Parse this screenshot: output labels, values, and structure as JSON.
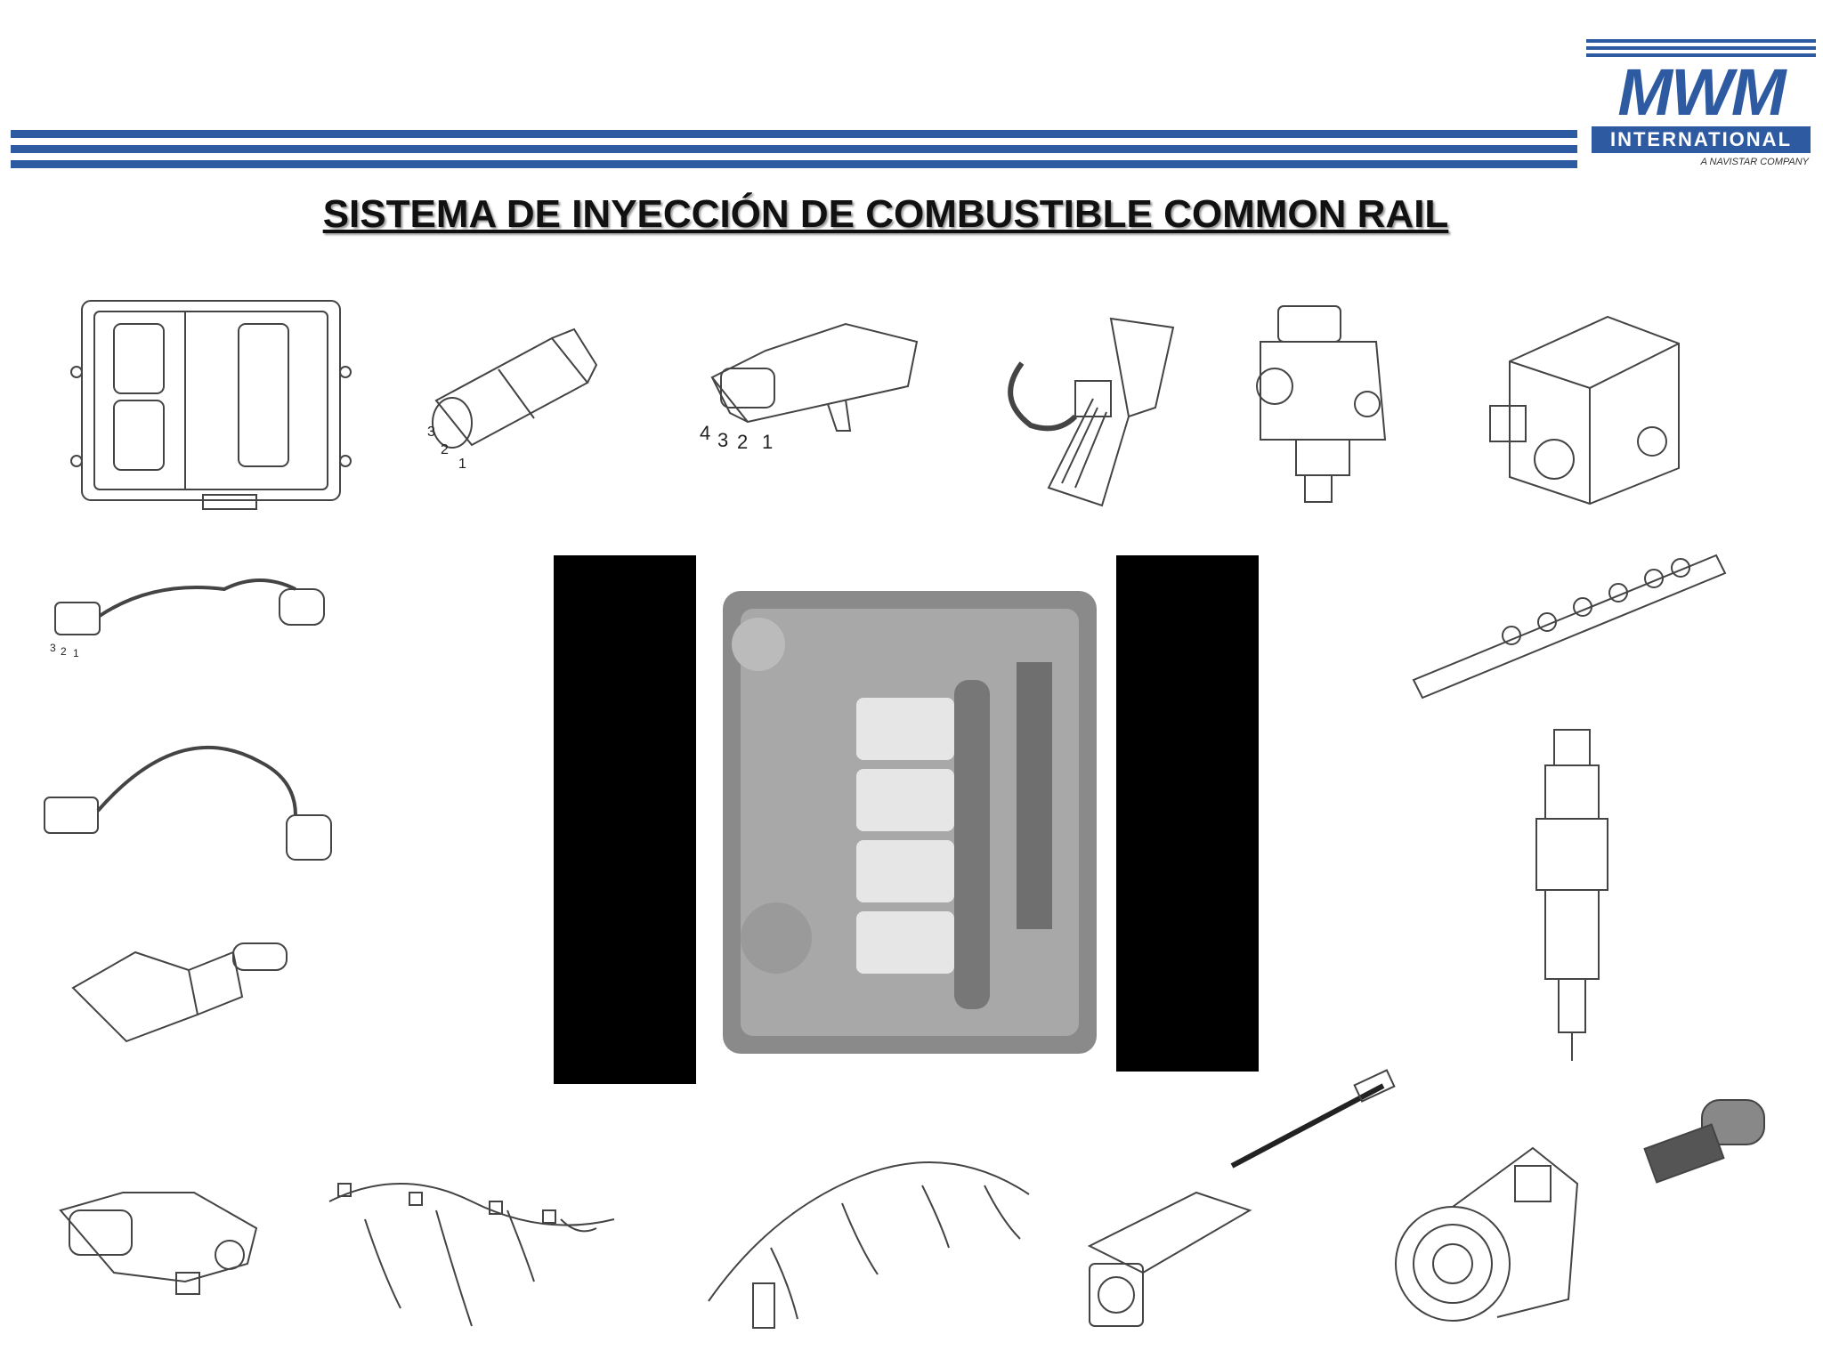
{
  "title": "SISTEMA DE INYECCIÓN DE COMBUSTIBLE COMMON RAIL",
  "logo": {
    "brand": "MWM",
    "band": "INTERNATIONAL",
    "tagline": "A NAVISTAR COMPANY"
  },
  "pin_labels": {
    "sensor3": [
      "3",
      "2",
      "1"
    ],
    "sensor4": [
      "4",
      "3",
      "2",
      "1"
    ],
    "cable": [
      "3",
      "2",
      "1"
    ]
  },
  "colors": {
    "brand_blue": "#2d5aa0",
    "ink": "#111111"
  }
}
